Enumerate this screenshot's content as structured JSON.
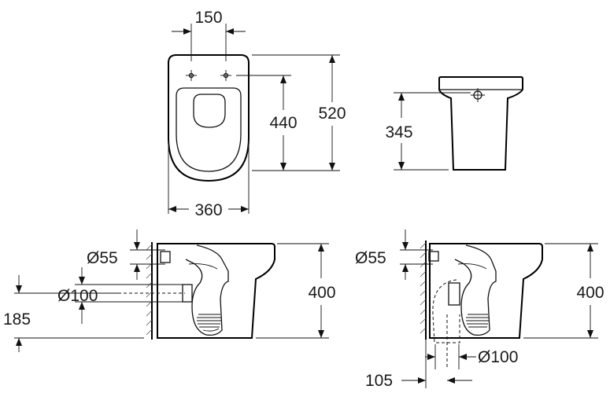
{
  "top_view": {
    "width_label": "360",
    "depth_label": "520",
    "fixing_depth_label": "440",
    "fixing_spacing_label": "150"
  },
  "rear_view": {
    "height_label": "345"
  },
  "side_view_left": {
    "height_label": "400",
    "inlet_diameter_label": "Ø55",
    "outlet_diameter_label": "Ø100",
    "outlet_height_label": "185"
  },
  "side_view_right": {
    "height_label": "400",
    "inlet_diameter_label": "Ø55",
    "outlet_diameter_label": "Ø100",
    "outlet_offset_label": "105"
  }
}
